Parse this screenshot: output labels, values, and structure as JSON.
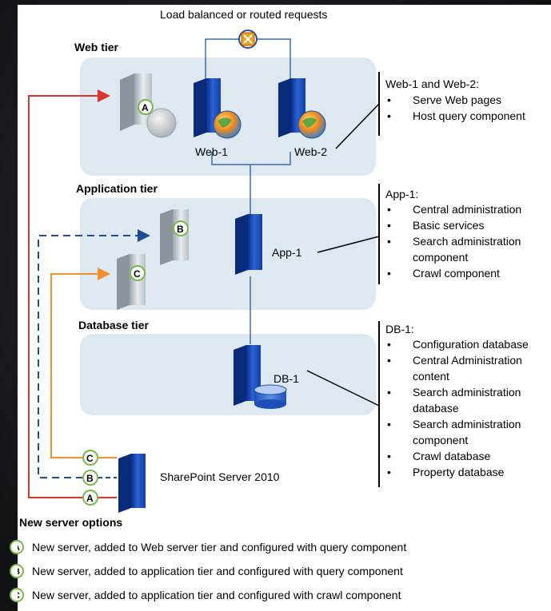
{
  "top_label": "Load balanced or routed requests",
  "tiers": {
    "web": "Web tier",
    "app": "Application tier",
    "db": "Database tier"
  },
  "servers": {
    "web1": "Web-1",
    "web2": "Web-2",
    "app1": "App-1",
    "db1": "DB-1",
    "sps": "SharePoint Server 2010"
  },
  "callouts": {
    "web": {
      "title": "Web-1 and Web-2:",
      "items": [
        "Serve Web pages",
        "Host query component"
      ]
    },
    "app": {
      "title": "App-1:",
      "items": [
        "Central administration",
        "Basic services",
        "Search administration",
        "component",
        "Crawl  component"
      ]
    },
    "db": {
      "title": "DB-1:",
      "items": [
        "Configuration database",
        "Central Administration",
        "content",
        "Search administration",
        "database",
        "Search administration",
        "component",
        "Crawl  database",
        "Property database"
      ]
    }
  },
  "badges": {
    "a": "A",
    "b": "B",
    "c": "C"
  },
  "legend": {
    "title": "New server options",
    "items": [
      {
        "letter": "A",
        "text": "New server, added to Web server tier and configured with query component"
      },
      {
        "letter": "B",
        "text": "New server, added to application tier and configured with query component"
      },
      {
        "letter": "C",
        "text": "New server, added to application tier and configured with crawl component"
      }
    ]
  },
  "colors": {
    "tier_box": "#dde8f1",
    "connector": "#3b6ea8",
    "option_a": "#d9352a",
    "option_b": "#1f4e96",
    "option_c": "#f0912d",
    "badge_green": "#79b84a"
  },
  "icons": {
    "load_balancer": "load-balancer-icon",
    "server": "server-icon",
    "globe": "globe-icon",
    "database": "database-cylinder-icon"
  }
}
